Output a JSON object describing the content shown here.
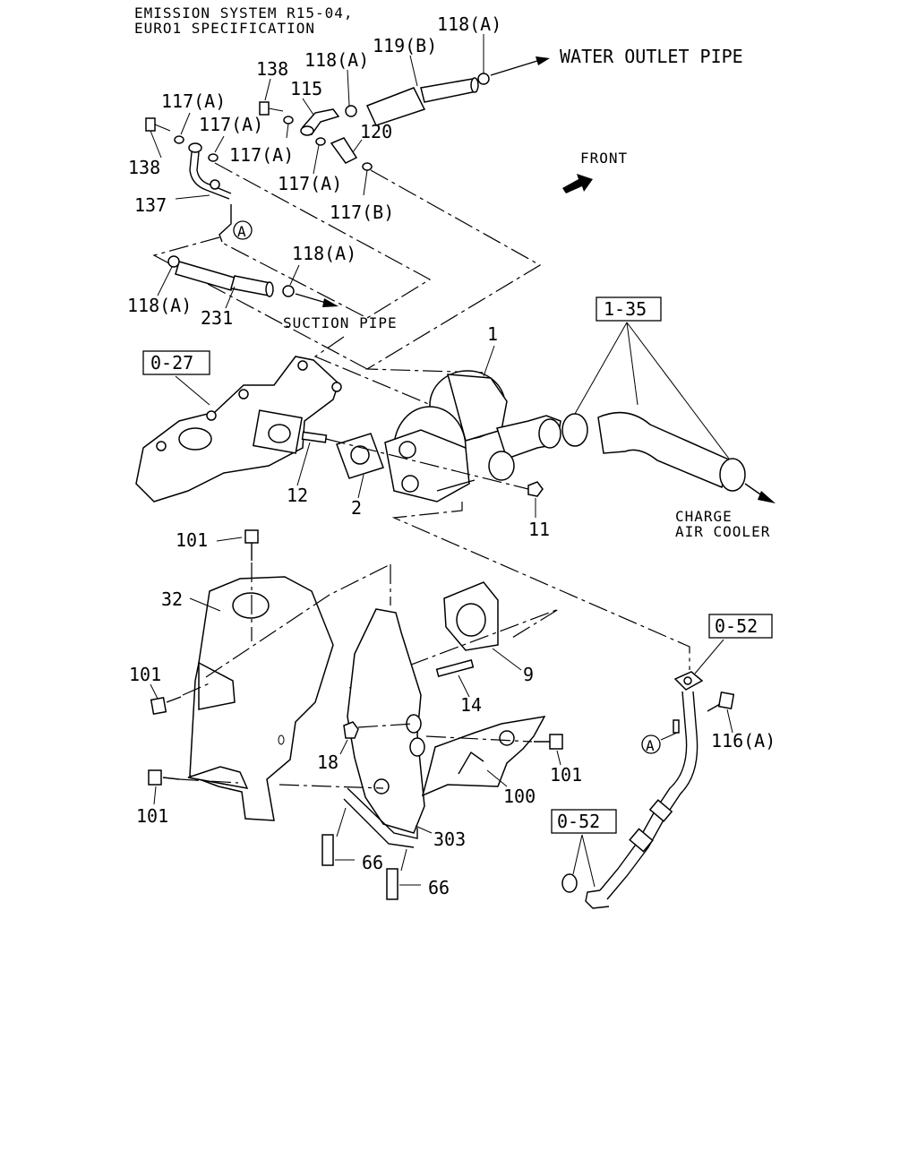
{
  "header": {
    "line1": "EMISSION SYSTEM R15-04,",
    "line2": "EURO1 SPECIFICATION"
  },
  "annotations": {
    "water_outlet_pipe": "WATER OUTLET PIPE",
    "suction_pipe": "SUCTION PIPE",
    "front": "FRONT",
    "charge": "CHARGE",
    "air_cooler": "AIR COOLER"
  },
  "parts": {
    "p118A_top": "118(A)",
    "p119B": "119(B)",
    "p138_top": "138",
    "p118A_b": "118(A)",
    "p115": "115",
    "p117A_1": "117(A)",
    "p117A_2": "117(A)",
    "p117A_3": "117(A)",
    "p117A_4": "117(A)",
    "p120": "120",
    "p117B": "117(B)",
    "p138_left": "138",
    "p137": "137",
    "ref_A_1": "A",
    "p118A_mid": "118(A)",
    "p118A_left": "118(A)",
    "p231": "231",
    "p1": "1",
    "ref_1_35": "1-35",
    "ref_0_27": "0-27",
    "p12": "12",
    "p2": "2",
    "p11": "11",
    "p101_top": "101",
    "p32": "32",
    "p9": "9",
    "p14": "14",
    "p101_left": "101",
    "p18": "18",
    "p101_right": "101",
    "p100": "100",
    "p101_bottom": "101",
    "p303": "303",
    "p66_a": "66",
    "p66_b": "66",
    "ref_0_52_a": "0-52",
    "ref_A_2": "A",
    "p116A": "116(A)",
    "ref_0_52_b": "0-52"
  }
}
